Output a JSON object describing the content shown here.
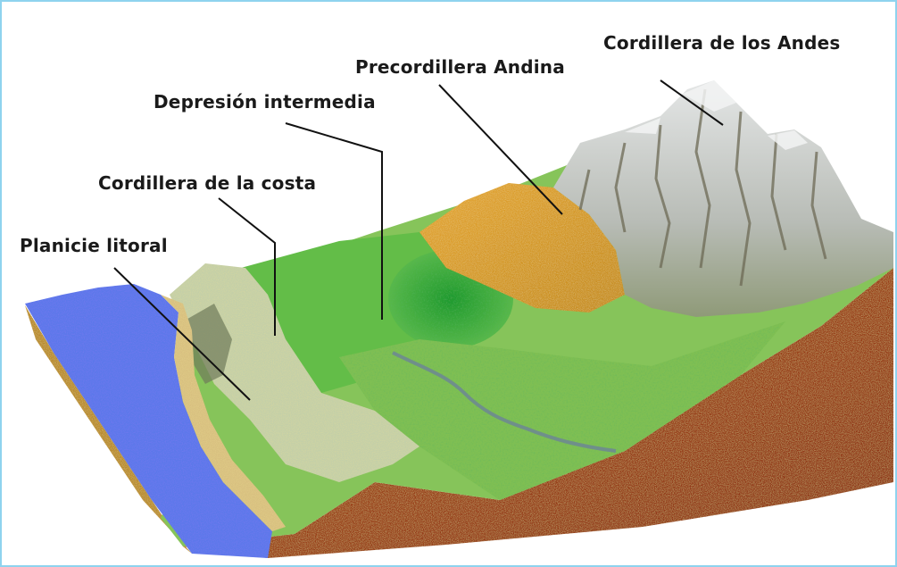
{
  "labels": {
    "andes": "Cordillera de los Andes",
    "precordillera": "Precordillera Andina",
    "depresion": "Depresión intermedia",
    "costa": "Cordillera de la costa",
    "planicie": "Planicie litoral"
  },
  "colors": {
    "frame": "#8fd3ee",
    "ocean": "#5b78ea",
    "soil": "#9c3a1a",
    "valley_green": "#5cb84a",
    "forest_green": "#2f9a3a",
    "orange_hills": "#d89a2a",
    "snow": "#d9dcdc",
    "coastal_range": "#b9c9a0",
    "sand": "#d8c080"
  }
}
